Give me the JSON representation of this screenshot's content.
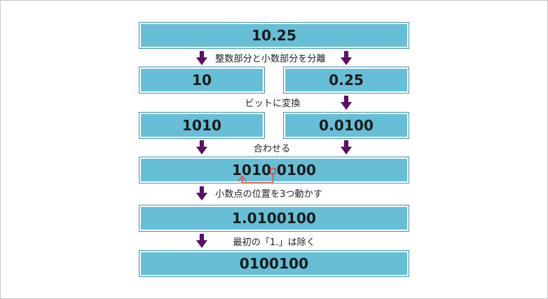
{
  "steps": {
    "original": "10.25",
    "split_label": "整数部分と小数部分を分離",
    "integer_part": "10",
    "fraction_part": "0.25",
    "convert_label": "ビットに変換",
    "integer_bits": "1010",
    "fraction_bits": "0.0100",
    "combine_label": "合わせる",
    "combined_left": "1010",
    "combined_dot": ".",
    "combined_right": "0100",
    "shift_label": "小数点の位置を3つ動かす",
    "shifted": "1.0100100",
    "remove_label": "最初の「1.」は除く",
    "result": "0100100"
  },
  "colors": {
    "box_fill": "#66bfd6",
    "box_border": "#3e95ad",
    "arrow": "#5b1064",
    "move_arrow": "#e0453a"
  },
  "icons": {
    "down_arrow": "down-arrow-icon",
    "move_arrow": "curved-arrow-icon"
  }
}
